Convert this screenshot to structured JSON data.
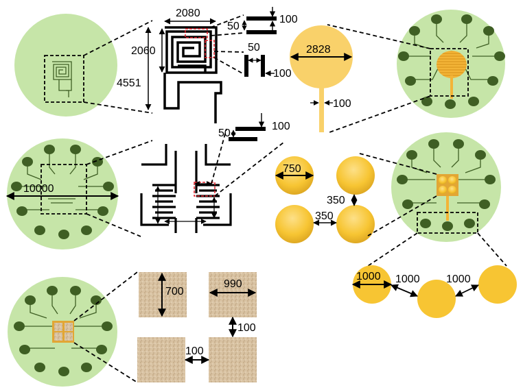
{
  "colors": {
    "wafer": "#c6e5a8",
    "pad": "#3f5f24",
    "gold": "#f7c533",
    "gold_light": "#fde088",
    "gold_dark": "#d9a21f",
    "texture": "#d8c2a2",
    "highlight": "#e0202a"
  },
  "icons": [
    "arrow-icon",
    "zoom-dash-line"
  ],
  "labels": {
    "spiral_width": "2080",
    "spiral_height": "2060",
    "spiral_total": "4551",
    "gap_top": "100",
    "line_top": "50",
    "line_mid": "50",
    "gap_mid": "100",
    "disk_diameter": "2828",
    "stem_width": "100",
    "wafer_diameter": "10000",
    "comb_line": "50",
    "comb_gap": "100",
    "dot_diameter": "750",
    "dot_gap_v": "350",
    "dot_gap_h": "350",
    "large_dot": "1000",
    "large_gap_1": "1000",
    "large_gap_2": "1000",
    "square_size": "700",
    "square_size_2": "990",
    "square_gap_v": "100",
    "square_gap_h": "100"
  }
}
